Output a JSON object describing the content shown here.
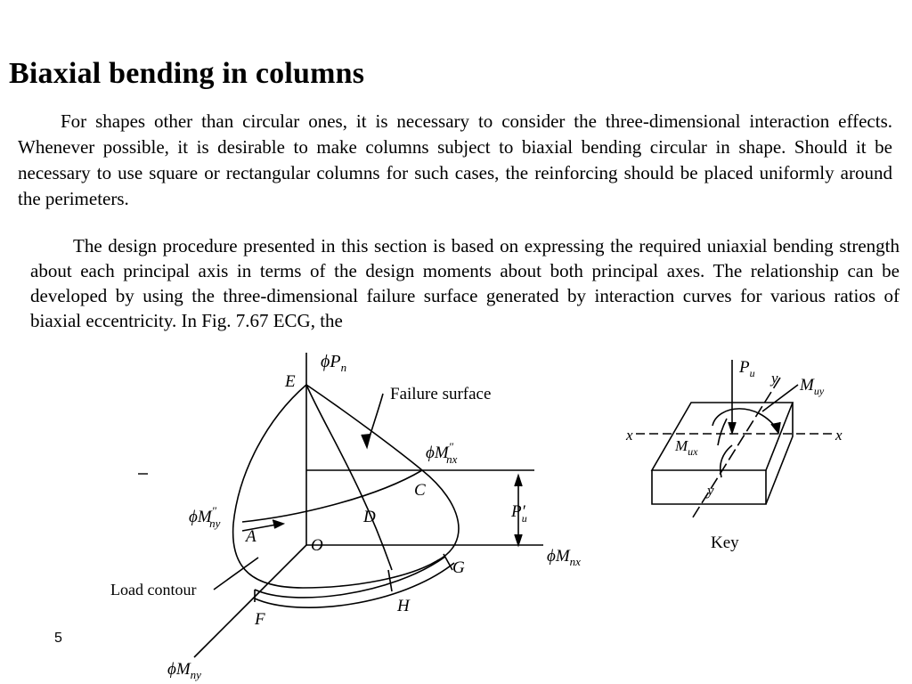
{
  "slide": {
    "title": "Biaxial bending in columns",
    "number": "5"
  },
  "paragraphs": [
    "For shapes other than circular ones, it is necessary to consider the three-dimensional interaction effects. Whenever possible, it is desirable to make columns subject to biaxial bending circular in shape. Should it be necessary to use square or rectangular columns for such cases, the reinforcing should be placed uniformly around the perimeters.",
    "The design procedure presented in this section is based on expressing the required uniaxial bending strength about each principal axis in terms of the design moments about both principal axes. The relationship can be developed by using the three-dimensional failure surface generated by interaction curves for various ratios of biaxial eccentricity. In Fig. 7.67 ECG, the"
  ],
  "figure": {
    "phi": "ϕ",
    "labels": {
      "P": "P",
      "n": "n",
      "M": "M",
      "nx": "nx",
      "ny": "ny",
      "dblprime": "″",
      "E": "E",
      "A": "A",
      "C": "C",
      "D": "D",
      "O": "O",
      "G": "G",
      "H": "H",
      "F": "F",
      "Pu_prime": "P′",
      "u": "u",
      "failure_surface": "Failure surface",
      "load_contour": "Load contour"
    }
  },
  "key": {
    "title": "Key",
    "P": "P",
    "u": "u",
    "M": "M",
    "uy": "uy",
    "ux": "ux",
    "x": "x",
    "y": "y"
  }
}
